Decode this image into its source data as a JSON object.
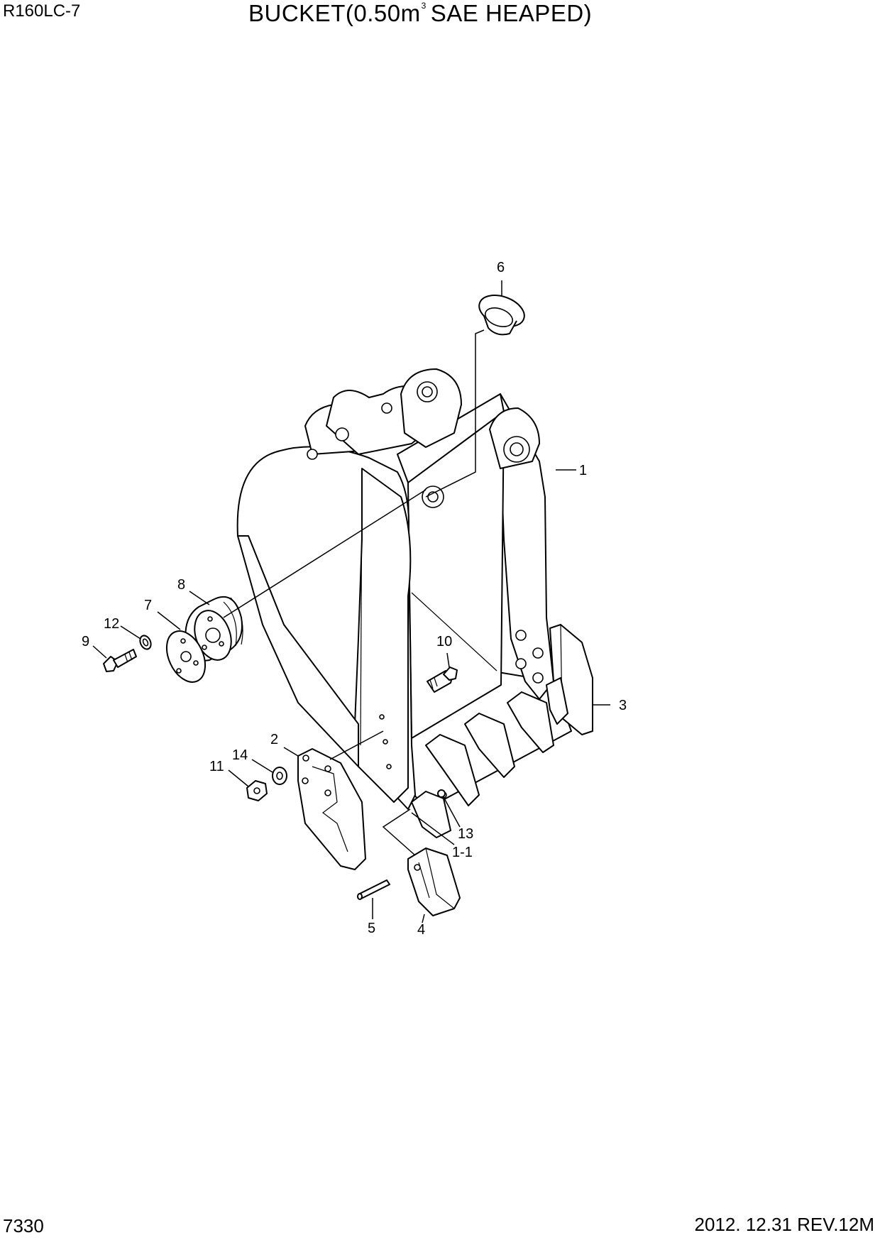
{
  "header": {
    "model": "R160LC-7",
    "title_main": "BUCKET(0.50m",
    "title_sup": "3",
    "title_rest": "SAE HEAPED)"
  },
  "footer": {
    "page_number": "7330",
    "revision": "2012. 12.31  REV.12M"
  },
  "callouts": {
    "c1": "1",
    "c1_1": "1-1",
    "c2": "2",
    "c3": "3",
    "c4": "4",
    "c5": "5",
    "c6": "6",
    "c7": "7",
    "c8": "8",
    "c9": "9",
    "c10": "10",
    "c11": "11",
    "c12": "12",
    "c13": "13",
    "c14": "14"
  }
}
